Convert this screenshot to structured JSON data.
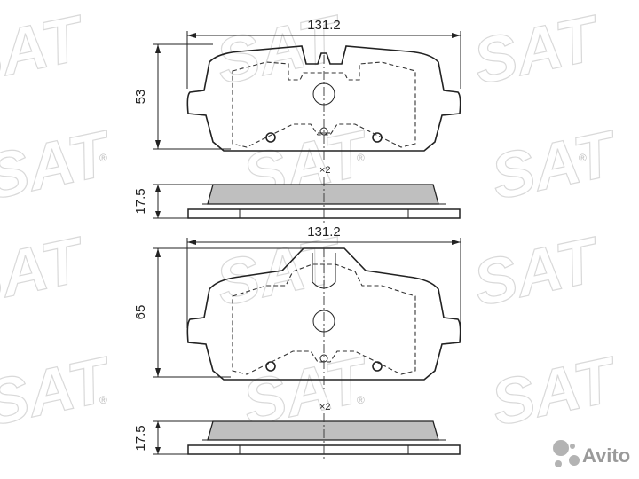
{
  "watermark": {
    "text": "SAT",
    "registered_mark": "®"
  },
  "pad_top": {
    "width_label": "131.2",
    "height_label": "53",
    "thickness_label": "17.5",
    "quantity_label": "×2"
  },
  "pad_bottom": {
    "width_label": "131.2",
    "height_label": "65",
    "thickness_label": "17.5",
    "quantity_label": "×2"
  },
  "badge": {
    "brand": "Avito",
    "icon": "avito-dots-icon"
  },
  "colors": {
    "line": "#222222",
    "friction_fill": "#bfbfbf",
    "watermark": "#d9d9d9",
    "badge_text": "#9a9a9a"
  }
}
